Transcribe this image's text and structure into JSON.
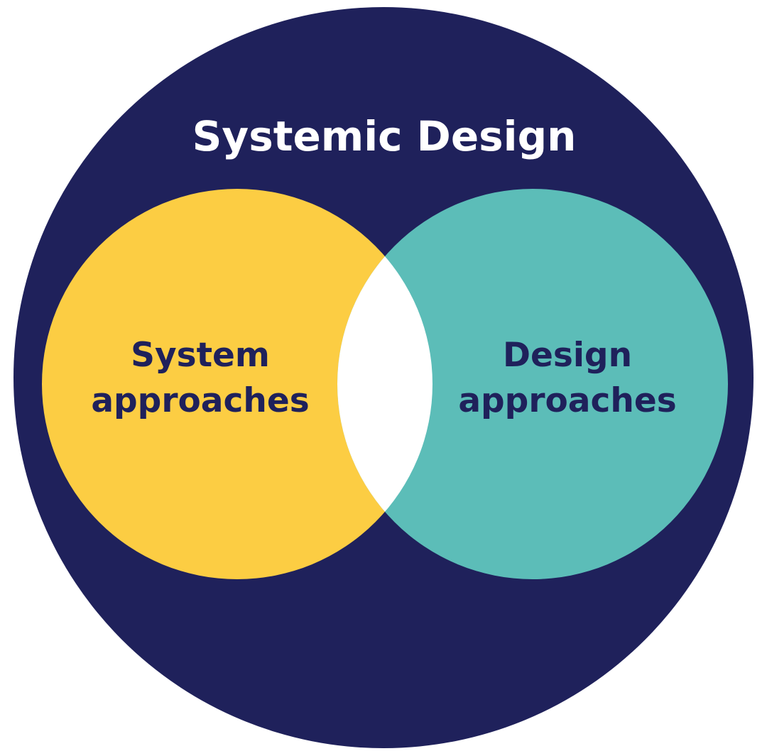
{
  "title": "Systemic Design",
  "left_set": {
    "lines": [
      "System",
      "approaches"
    ]
  },
  "right_set": {
    "lines": [
      "Design",
      "approaches"
    ]
  },
  "colors": {
    "outer": "#1F215B",
    "left": "#FCCD43",
    "right": "#5CBDB8",
    "overlap": "#FFFFFF",
    "title_text": "#FFFFFF",
    "label_text": "#1F215B",
    "background": "#FFFFFF"
  }
}
